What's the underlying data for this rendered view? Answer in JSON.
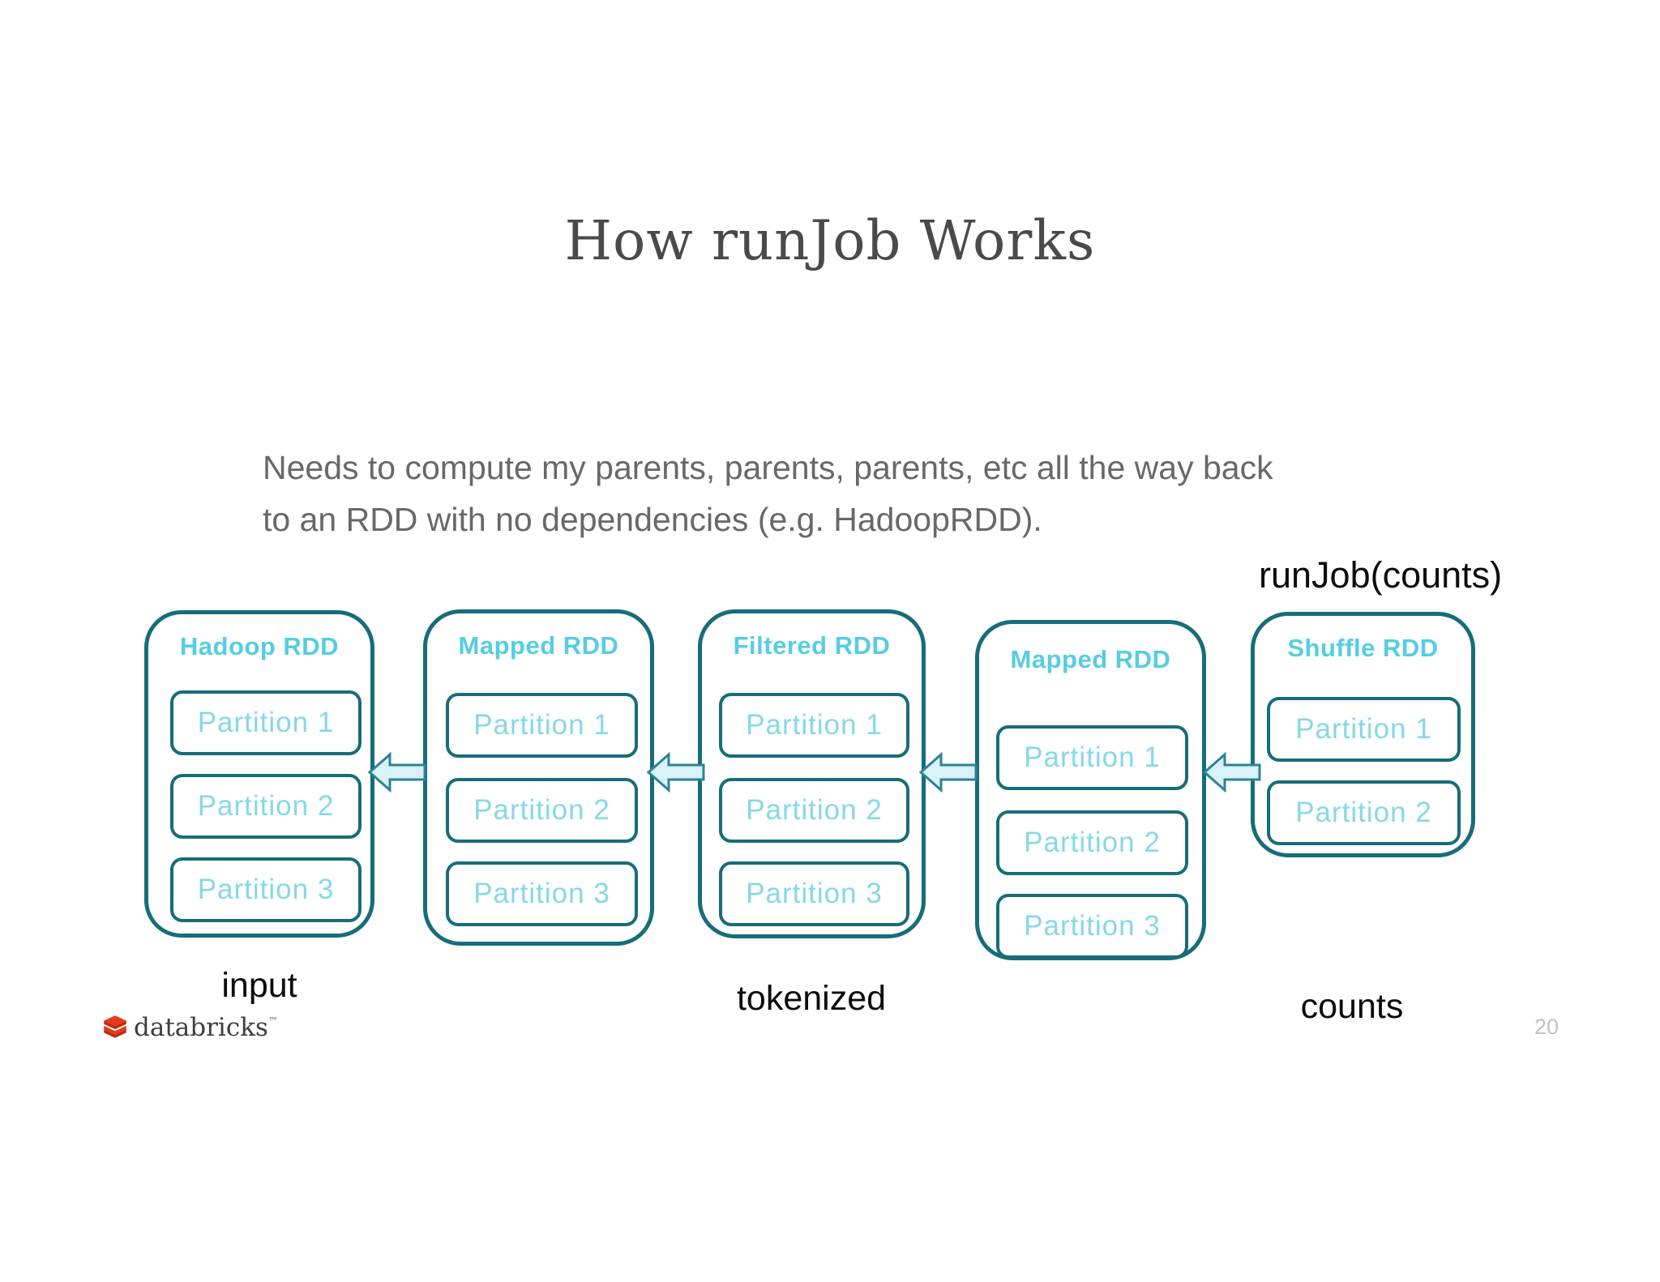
{
  "slide": {
    "title": "How runJob Works",
    "subtitle_line1": "Needs to compute my parents, parents, parents, etc all the way back",
    "subtitle_line2": "to an RDD with no dependencies (e.g. HadoopRDD).",
    "runjob_label": "runJob(counts)",
    "page_number": "20"
  },
  "diagram": {
    "boxes": [
      {
        "title": "Hadoop RDD",
        "partitions": [
          "Partition 1",
          "Partition 2",
          "Partition 3"
        ]
      },
      {
        "title": "Mapped RDD",
        "partitions": [
          "Partition 1",
          "Partition 2",
          "Partition 3"
        ]
      },
      {
        "title": "Filtered RDD",
        "partitions": [
          "Partition 1",
          "Partition 2",
          "Partition 3"
        ]
      },
      {
        "title": "Mapped RDD",
        "partitions": [
          "Partition 1",
          "Partition 2",
          "Partition 3"
        ]
      },
      {
        "title": "Shuffle RDD",
        "partitions": [
          "Partition 1",
          "Partition 2"
        ]
      }
    ],
    "arrow_direction": "left"
  },
  "labels": {
    "input": "input",
    "tokenized": "tokenized",
    "counts": "counts"
  },
  "logo": {
    "text": "databricks",
    "trademark": "™"
  },
  "colors": {
    "teal_border": "#176d79",
    "cyan_heading": "#55cde2",
    "cyan_partition": "#85d8e7",
    "arrow_fill": "#d9f1f8",
    "arrow_stroke": "#2b8396",
    "logo_red": "#e63b22",
    "title_gray": "#4a4a4a",
    "body_gray": "#686868",
    "page_number_gray": "#c0c0c0"
  }
}
